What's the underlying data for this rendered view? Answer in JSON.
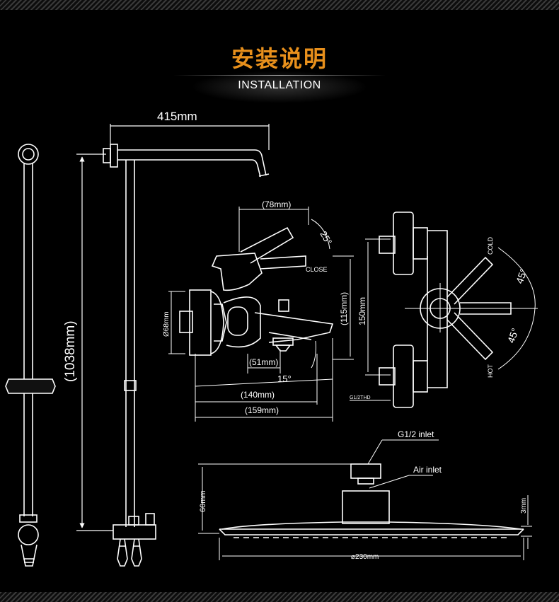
{
  "header": {
    "title_cn": "安装说明",
    "title_en": "INSTALLATION"
  },
  "colors": {
    "background": "#000000",
    "accent_title": "#e8901c",
    "line": "#ffffff"
  },
  "shower_column": {
    "width_label": "415mm",
    "height_label": "(1038mm)"
  },
  "mixer_side": {
    "top_dim": "(78mm)",
    "angle_top": "25°",
    "close_label": "CLOSE",
    "diameter_label": "Ø68mm",
    "height_label": "(115mm)",
    "spout_dim": "(51mm)",
    "angle_spout": "15°",
    "dim_140": "(140mm)",
    "dim_159": "(159mm)"
  },
  "mixer_front": {
    "height_label": "150mm",
    "cold_label": "COLD",
    "hot_label": "HOT",
    "angle_cold": "45°",
    "angle_hot": "45°",
    "thread_label": "G1/2THD"
  },
  "shower_head": {
    "inlet_label": "G1/2 inlet",
    "air_inlet_label": "Air inlet",
    "height_label": "60mm",
    "thickness_label": "3mm",
    "diameter_label": "⌀230mm"
  }
}
